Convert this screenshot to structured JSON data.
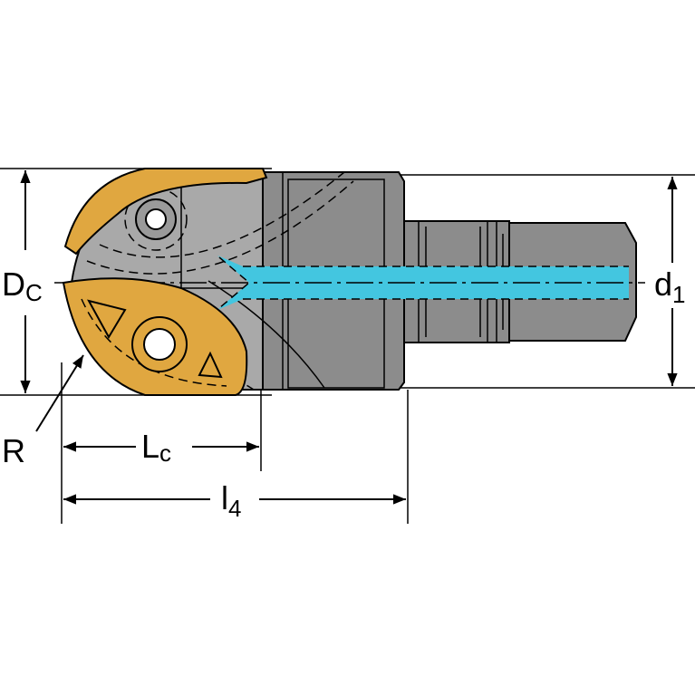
{
  "labels": {
    "dc_main": "D",
    "dc_sub": "C",
    "d1_main": "d",
    "d1_sub": "1",
    "r": "R",
    "lc_main": "L",
    "lc_sub": "c",
    "l4_main": "l",
    "l4_sub": "4"
  },
  "colors": {
    "background": "#ffffff",
    "body": "#8c8c8c",
    "body_light": "#a9a9a9",
    "insert": "#e0a740",
    "coolant": "#43c6e0",
    "line": "#000000"
  }
}
